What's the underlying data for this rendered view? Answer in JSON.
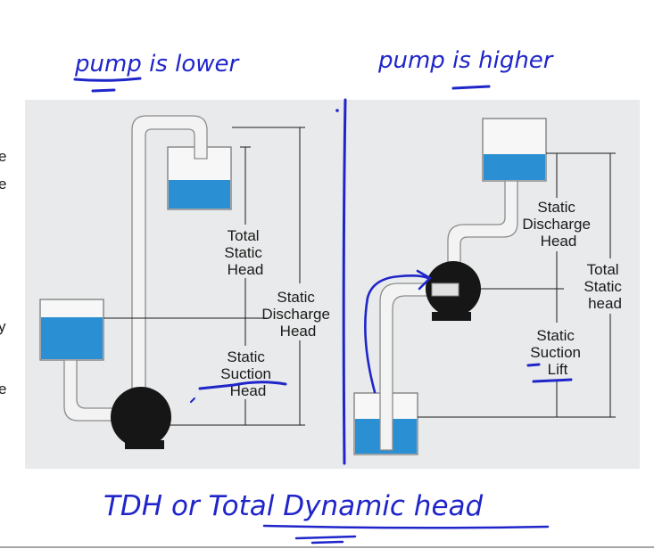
{
  "annotations": {
    "left_heading": "pump is lower",
    "right_heading": "pump is higher",
    "bottom_note": "TDH or Total Dynamic head"
  },
  "left_diagram": {
    "total_static_head": [
      "Total",
      "Static",
      "Head"
    ],
    "static_discharge_head": [
      "Static",
      "Discharge",
      "Head"
    ],
    "static_suction_head": [
      "Static",
      "Suction",
      "Head"
    ]
  },
  "right_diagram": {
    "static_discharge_head": [
      "Static",
      "Discharge",
      "Head"
    ],
    "total_static_head": [
      "Total",
      "Static",
      "head"
    ],
    "static_suction_lift": [
      "Static",
      "Suction",
      "Lift"
    ]
  },
  "edge_fragments": [
    "e",
    "e",
    "y",
    "e"
  ],
  "colors": {
    "water": "#2b8fd3",
    "panel": "#e9eaeb",
    "ink": "#1f25c9",
    "pump": "#161616"
  }
}
